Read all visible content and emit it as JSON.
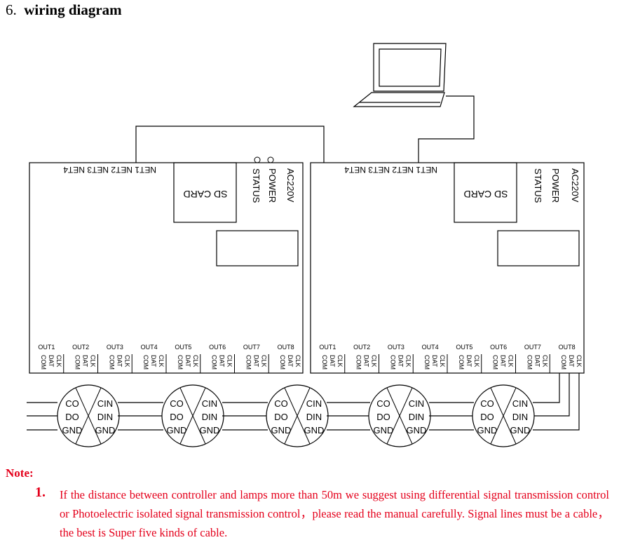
{
  "heading": {
    "number": "6.",
    "title": "wiring diagram"
  },
  "controller": {
    "net_ports": "NET1 NET2 NET3 NET4",
    "sd_card": "SD CARD",
    "side_labels": [
      "AC220V",
      "POWER",
      "STATUS"
    ],
    "outputs": [
      "OUT1",
      "OUT2",
      "OUT3",
      "OUT4",
      "OUT5",
      "OUT6",
      "OUT7",
      "OUT8"
    ],
    "out_pins": [
      "CLK",
      "DAT",
      "COM"
    ]
  },
  "lamp": {
    "left_pins": [
      "CO",
      "DO",
      "GND"
    ],
    "right_pins": [
      "CIN",
      "DIN",
      "GND"
    ],
    "count": 5
  },
  "note": {
    "title": "Note:",
    "number": "1.",
    "text": "If the distance between controller and lamps more than 50m we suggest using differential signal transmission control or Photoelectric isolated signal transmission control，please read the manual carefully. Signal lines must be a cable， the best is Super five kinds of cable."
  },
  "colors": {
    "line": "#000000",
    "note": "#e4001b"
  }
}
